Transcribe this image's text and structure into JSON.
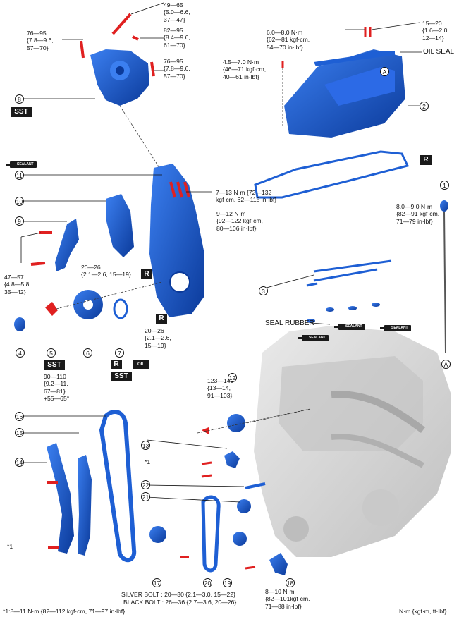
{
  "torque": {
    "pump_bolt_top": "49—65\n{5.0—6.6,\n37—47}",
    "pump_bolt_mid": "82—95\n{8.4—9.6,\n61—70}",
    "pump_bolt_left": "76—95\n{7.8—9.6,\n57—70}",
    "pump_bolt_right": "76—95\n{7.8—9.6,\n57—70}",
    "cover_6_8": "6.0—8.0 N·m\n{62—81 kgf·cm,\n54—70 in·lbf}",
    "cover_15_20": "15—20\n{1.6—2.0,\n12—14}",
    "cover_4_5_7": "4.5—7.0 N·m\n{46—71 kgf·cm,\n40—61 in·lbf}",
    "front_cover_7_13": "7—13 N·m {72—132\nkgf·cm, 62—115 in·lbf}",
    "gasket_9_12": "9—12 N·m\n{92—122 kgf·cm,\n80—106 in·lbf}",
    "gasket_8_9": "8.0—9.0 N·m\n{82—91 kgf·cm,\n71—79 in·lbf}",
    "tensioner_47_57": "47—57\n{4.8—5.8,\n35—42}",
    "plug_20_26_a": "20—26\n{2.1—2.6, 15—19}",
    "plug_20_26_b": "20—26\n{2.1—2.6,\n15—19}",
    "crank_bolt": "90—110\n{9.2—11,\n67—81}\n+55—65°",
    "cam_bolt": "123—140\n{13—14,\n91—103}",
    "idler_8_10": "8—10 N·m\n{82—101kgf·cm,\n71—88 in·lbf}",
    "silver_bolt": "SILVER BOLT : 20—30 {2.1—3.0, 15—22}",
    "black_bolt": "BLACK BOLT : 26—36 {2.7—3.6, 20—26}"
  },
  "labels": {
    "oil_seal": "OIL SEAL",
    "seal_rubber": "SEAL RUBBER",
    "star1_a": "*1",
    "star1_b": "*1",
    "footnote": "*1:8—11 N·m {82—112 kgf·cm, 71—97 in·lbf}",
    "units": "N·m {kgf·m, ft·lbf}"
  },
  "tags": {
    "sst": "SST",
    "r": "R",
    "sealant": "SEALANT",
    "oil": "OIL",
    "ref_a": "A"
  },
  "callouts": [
    "1",
    "2",
    "3",
    "4",
    "5",
    "6",
    "7",
    "8",
    "9",
    "10",
    "11",
    "12",
    "13",
    "14",
    "15",
    "16",
    "17",
    "18",
    "19",
    "20",
    "21",
    "22"
  ],
  "colors": {
    "part_blue": "#1e5fd4",
    "part_dark": "#0b3a9a",
    "bolt_red": "#e02020",
    "engine_gray": "#cfcfcf"
  }
}
